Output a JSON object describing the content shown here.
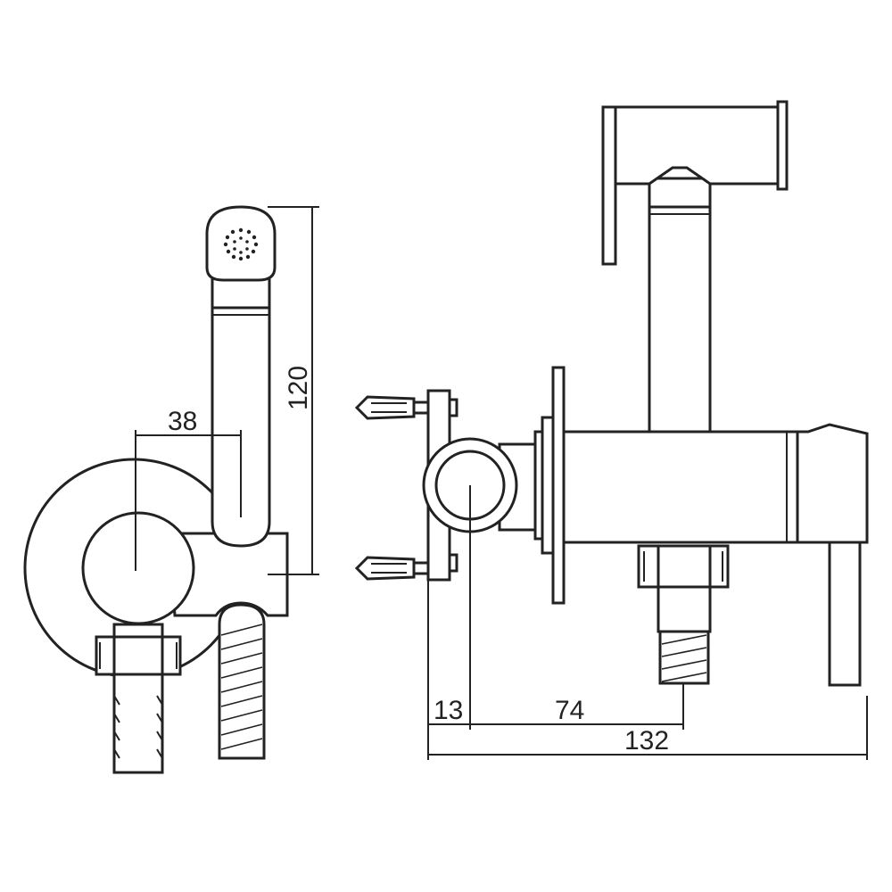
{
  "dimensions": {
    "height_handshower": "120",
    "offset_side": "38",
    "wall_offset": "13",
    "outlet_offset": "74",
    "total_depth": "132"
  }
}
